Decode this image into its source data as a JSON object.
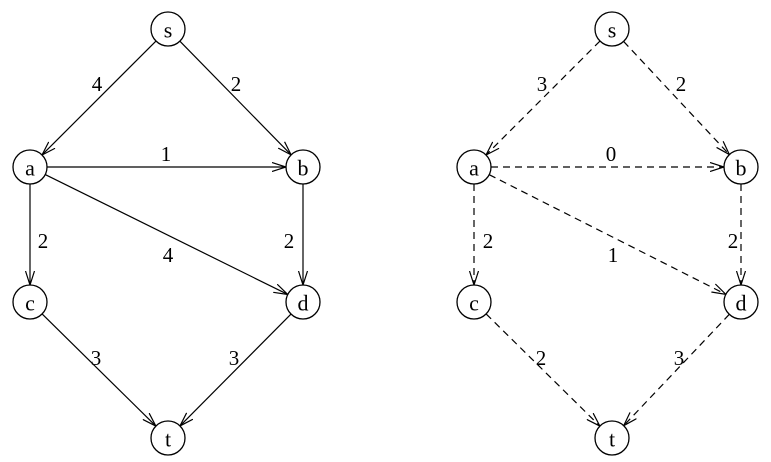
{
  "graphs": [
    {
      "id": "left",
      "line_style": "solid",
      "nodes": [
        {
          "id": "s",
          "label": "s"
        },
        {
          "id": "a",
          "label": "a"
        },
        {
          "id": "b",
          "label": "b"
        },
        {
          "id": "c",
          "label": "c"
        },
        {
          "id": "d",
          "label": "d"
        },
        {
          "id": "t",
          "label": "t"
        }
      ],
      "edges": [
        {
          "from": "s",
          "to": "a",
          "weight": "4"
        },
        {
          "from": "s",
          "to": "b",
          "weight": "2"
        },
        {
          "from": "a",
          "to": "b",
          "weight": "1"
        },
        {
          "from": "a",
          "to": "c",
          "weight": "2"
        },
        {
          "from": "a",
          "to": "d",
          "weight": "4"
        },
        {
          "from": "b",
          "to": "d",
          "weight": "2"
        },
        {
          "from": "c",
          "to": "t",
          "weight": "3"
        },
        {
          "from": "d",
          "to": "t",
          "weight": "3"
        }
      ]
    },
    {
      "id": "right",
      "line_style": "dashed",
      "nodes": [
        {
          "id": "s",
          "label": "s"
        },
        {
          "id": "a",
          "label": "a"
        },
        {
          "id": "b",
          "label": "b"
        },
        {
          "id": "c",
          "label": "c"
        },
        {
          "id": "d",
          "label": "d"
        },
        {
          "id": "t",
          "label": "t"
        }
      ],
      "edges": [
        {
          "from": "s",
          "to": "a",
          "weight": "3"
        },
        {
          "from": "s",
          "to": "b",
          "weight": "2"
        },
        {
          "from": "a",
          "to": "b",
          "weight": "0"
        },
        {
          "from": "a",
          "to": "c",
          "weight": "2"
        },
        {
          "from": "a",
          "to": "d",
          "weight": "1"
        },
        {
          "from": "b",
          "to": "d",
          "weight": "2"
        },
        {
          "from": "c",
          "to": "t",
          "weight": "2"
        },
        {
          "from": "d",
          "to": "t",
          "weight": "3"
        }
      ]
    }
  ]
}
